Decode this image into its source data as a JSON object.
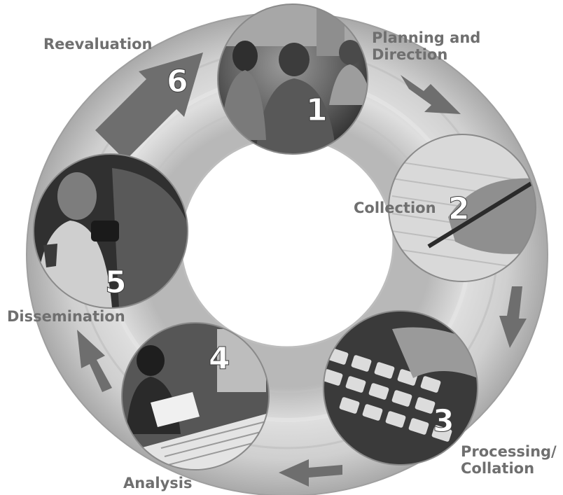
{
  "stages": [
    {
      "number": "1",
      "label_lines": [
        "Planning and",
        "Direction"
      ],
      "photo": "team-meeting-photo"
    },
    {
      "number": "2",
      "label_lines": [
        "Collection"
      ],
      "photo": "writing-notes-photo"
    },
    {
      "number": "3",
      "label_lines": [
        "Processing/",
        "Collation"
      ],
      "photo": "keyboard-typing-photo"
    },
    {
      "number": "4",
      "label_lines": [
        "Analysis"
      ],
      "photo": "analyst-reviewing-documents-photo"
    },
    {
      "number": "5",
      "label_lines": [
        "Dissemination"
      ],
      "photo": "officer-radio-photo"
    },
    {
      "number": "6",
      "label_lines": [
        "Reevaluation"
      ],
      "photo": "large-arrow"
    }
  ],
  "colors": {
    "ring": "#c9c9c9",
    "ring_dark": "#b3b3b3",
    "arrow": "#6e6e6e",
    "label_text": "#6f6f6f",
    "number_text": "#ffffff"
  }
}
